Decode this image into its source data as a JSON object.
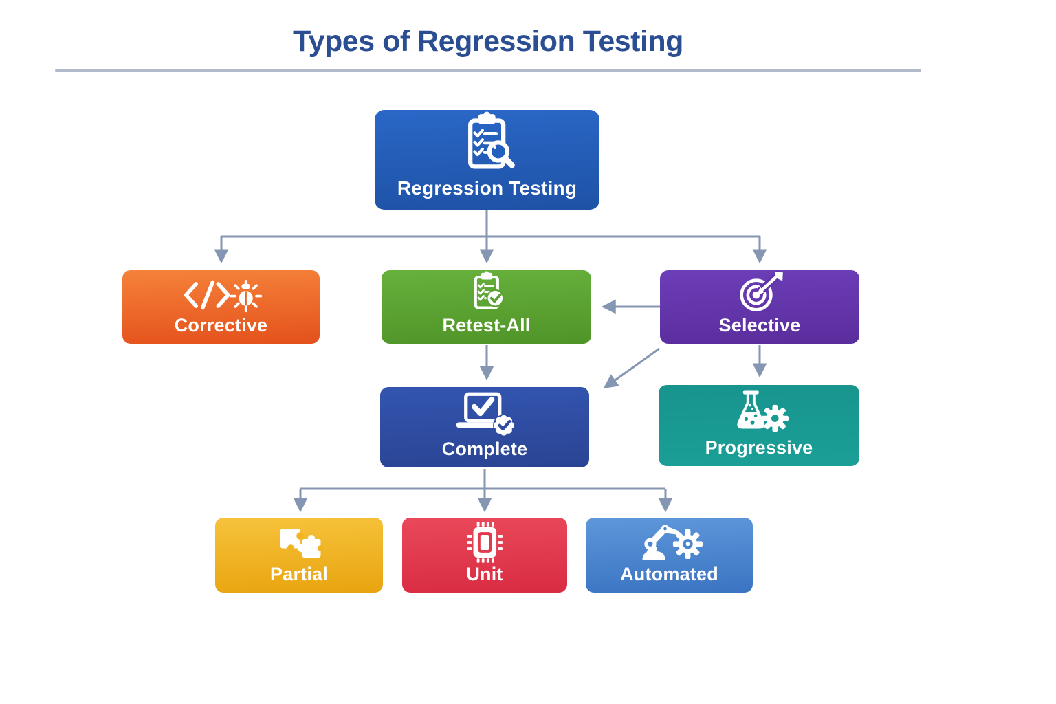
{
  "title": "Types of Regression Testing",
  "colors": {
    "title": "#2b4e92",
    "divider": "#b2b9cb",
    "arrow": "#8496b2",
    "background": "#ffffff"
  },
  "nodes": {
    "regression": {
      "label": "Regression Testing",
      "icon": "clipboard-search-icon",
      "gradient_top": "#2a67c7",
      "gradient_bottom": "#1e52a6",
      "icon_hole": "#2360bd"
    },
    "corrective": {
      "label": "Corrective",
      "icon": "code-bug-icon",
      "gradient_top": "#f5823a",
      "gradient_bottom": "#e4511c",
      "icon_hole": "#ec6425"
    },
    "retest_all": {
      "label": "Retest-All",
      "icon": "clipboard-check-icon",
      "gradient_top": "#67b13d",
      "gradient_bottom": "#4f9428",
      "icon_hole": "#58a232"
    },
    "selective": {
      "label": "Selective",
      "icon": "target-dart-icon",
      "gradient_top": "#6c3eb8",
      "gradient_bottom": "#5a2d9d",
      "icon_hole": "#6335aa"
    },
    "complete": {
      "label": "Complete",
      "icon": "laptop-check-icon",
      "gradient_top": "#3355b0",
      "gradient_bottom": "#2a4493",
      "icon_hole": "#2e4ca1"
    },
    "progressive": {
      "label": "Progressive",
      "icon": "flask-gear-icon",
      "gradient_top": "#17948d",
      "gradient_bottom": "#1a9f97",
      "icon_hole": "#189992"
    },
    "partial": {
      "label": "Partial",
      "icon": "puzzle-icon",
      "gradient_top": "#f6c33c",
      "gradient_bottom": "#e9a40f",
      "icon_hole": "#efb41f"
    },
    "unit": {
      "label": "Unit",
      "icon": "chip-icon",
      "gradient_top": "#e9495a",
      "gradient_bottom": "#d92b42",
      "icon_hole": "#e03a4e"
    },
    "automated": {
      "label": "Automated",
      "icon": "robot-arm-gear-icon",
      "gradient_top": "#5e97da",
      "gradient_bottom": "#3b74c2",
      "icon_hole": "#4b85cd"
    }
  },
  "edges": [
    {
      "from": "regression",
      "to": "corrective"
    },
    {
      "from": "regression",
      "to": "retest_all"
    },
    {
      "from": "regression",
      "to": "selective"
    },
    {
      "from": "selective",
      "to": "retest_all"
    },
    {
      "from": "retest_all",
      "to": "complete"
    },
    {
      "from": "selective",
      "to": "complete"
    },
    {
      "from": "selective",
      "to": "progressive"
    },
    {
      "from": "complete",
      "to": "partial"
    },
    {
      "from": "complete",
      "to": "unit"
    },
    {
      "from": "complete",
      "to": "automated"
    }
  ]
}
